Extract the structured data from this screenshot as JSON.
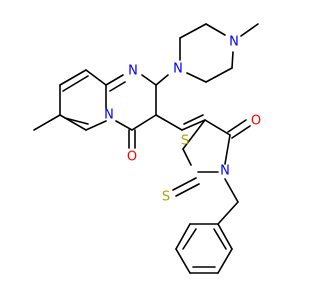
{
  "molecule": {
    "atoms": {
      "n_pyrimidine": {
        "symbol": "N",
        "color": "#0000ff"
      },
      "n_bridgehead": {
        "symbol": "N",
        "color": "#0000ff"
      },
      "n_pip1": {
        "symbol": "N",
        "color": "#0000ff"
      },
      "n_pip4": {
        "symbol": "N",
        "color": "#0000ff"
      },
      "o_pyrimidinone": {
        "symbol": "O",
        "color": "#ff0000"
      },
      "o_thiazolidinone": {
        "symbol": "O",
        "color": "#ff0000"
      },
      "s_ring": {
        "symbol": "S",
        "color": "#b3a100"
      },
      "s_thione": {
        "symbol": "S",
        "color": "#b3a100"
      },
      "n_thiazolidine": {
        "symbol": "N",
        "color": "#0000ff"
      }
    }
  }
}
